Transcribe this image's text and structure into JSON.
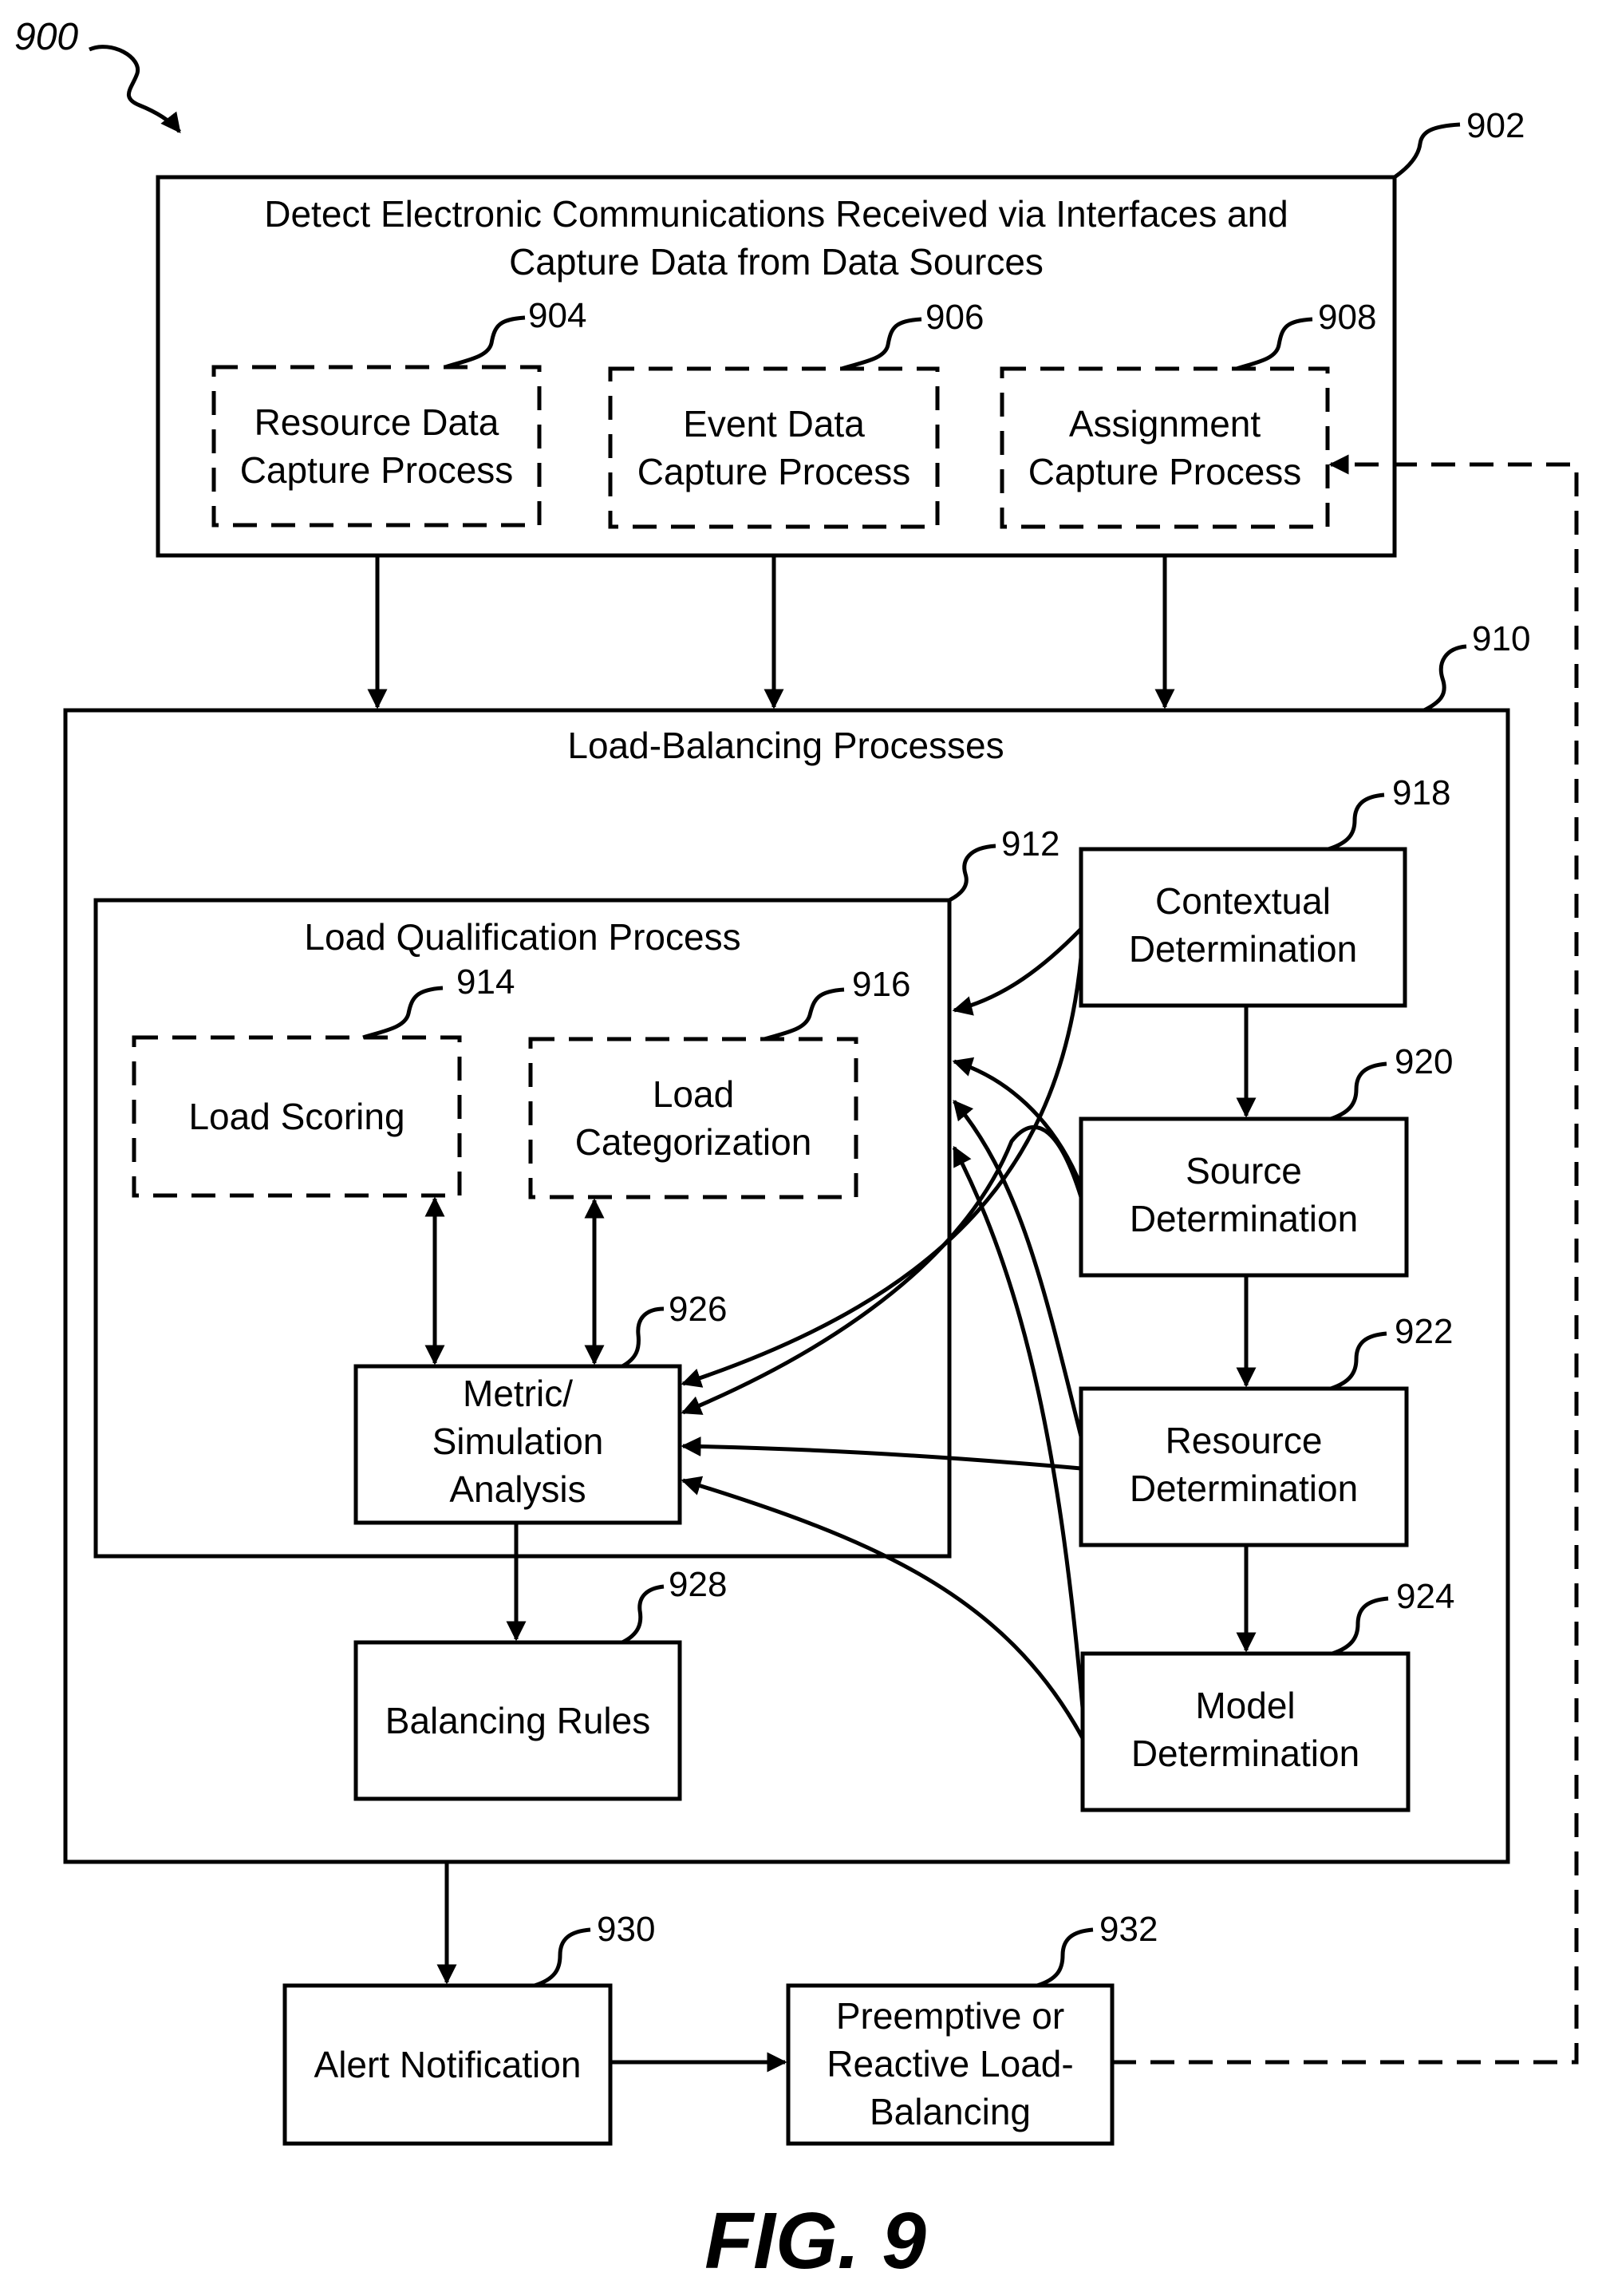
{
  "figure": {
    "number": "900",
    "caption": "FIG. 9"
  },
  "nodes": {
    "n902": {
      "ref": "902",
      "line1": "Detect Electronic Communications Received via Interfaces and",
      "line2": "Capture Data from Data Sources"
    },
    "n904": {
      "ref": "904",
      "line1": "Resource Data",
      "line2": "Capture Process"
    },
    "n906": {
      "ref": "906",
      "line1": "Event Data",
      "line2": "Capture Process"
    },
    "n908": {
      "ref": "908",
      "line1": "Assignment",
      "line2": "Capture Process"
    },
    "n910": {
      "ref": "910",
      "line1": "Load-Balancing Processes"
    },
    "n912": {
      "ref": "912",
      "line1": "Load Qualification Process"
    },
    "n914": {
      "ref": "914",
      "line1": "Load Scoring"
    },
    "n916": {
      "ref": "916",
      "line1": "Load",
      "line2": "Categorization"
    },
    "n918": {
      "ref": "918",
      "line1": "Contextual",
      "line2": "Determination"
    },
    "n920": {
      "ref": "920",
      "line1": "Source",
      "line2": "Determination"
    },
    "n922": {
      "ref": "922",
      "line1": "Resource",
      "line2": "Determination"
    },
    "n924": {
      "ref": "924",
      "line1": "Model",
      "line2": "Determination"
    },
    "n926": {
      "ref": "926",
      "line1": "Metric/",
      "line2": "Simulation",
      "line3": "Analysis"
    },
    "n928": {
      "ref": "928",
      "line1": "Balancing Rules"
    },
    "n930": {
      "ref": "930",
      "line1": "Alert Notification"
    },
    "n932": {
      "ref": "932",
      "line1": "Preemptive or",
      "line2": "Reactive Load-",
      "line3": "Balancing"
    }
  }
}
